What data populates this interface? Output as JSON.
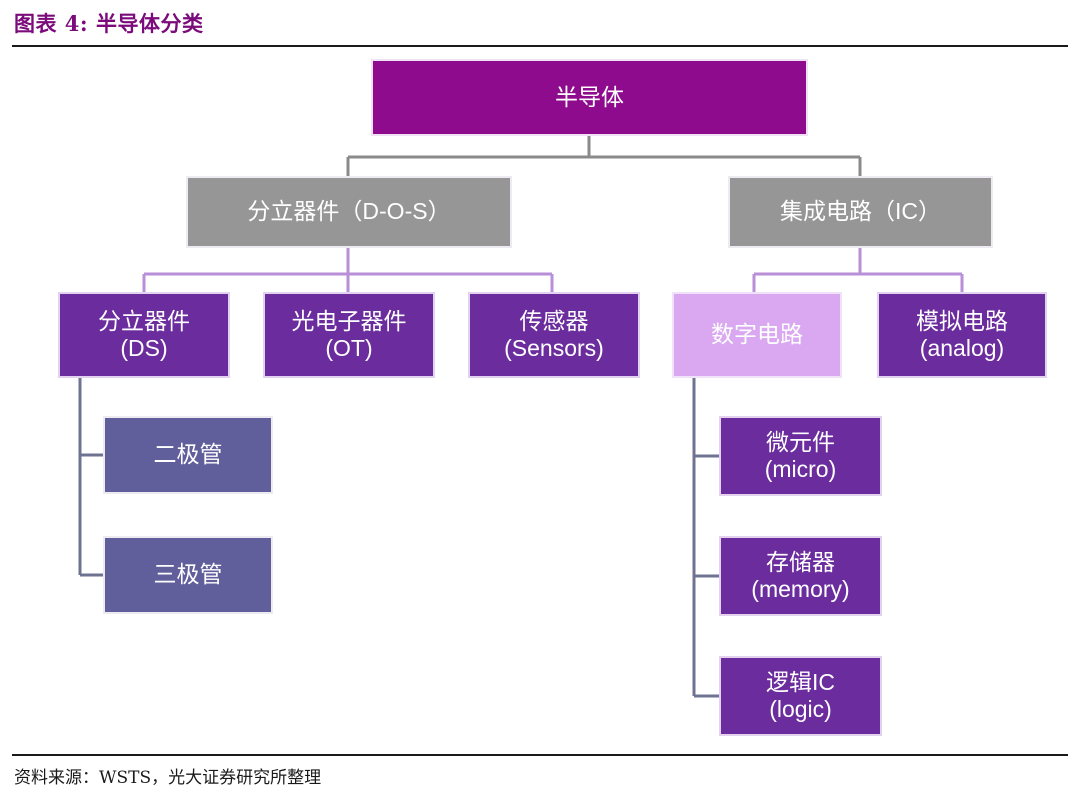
{
  "header": {
    "title": "图表 4: 半导体分类"
  },
  "footer": {
    "source": "资料来源：WSTS，光大证券研究所整理"
  },
  "chart_data": {
    "type": "diagram",
    "title": "图表 4: 半导体分类",
    "subtitle": "",
    "source": "资料来源：WSTS，光大证券研究所整理",
    "orientation": "top-down tree",
    "levels": 4,
    "colors": {
      "title": "#7b0a7b",
      "root_box": "#8e0b8e",
      "level2_box": "#969696",
      "level3_box": "#6b2c9e",
      "level3_highlight_box": "#d9a8f0",
      "level4_left_box": "#615f9b",
      "level4_right_box": "#6b2c9e",
      "connector_gray": "#8a8a8a",
      "connector_lavender": "#b98fd8",
      "connector_slate": "#6f7392",
      "rule": "#1a1a1a",
      "box_border": "#e6d7ef",
      "text": "#ffffff"
    },
    "nodes": [
      {
        "id": "root",
        "label": "半导体",
        "level": 1,
        "parent": null,
        "style": "root"
      },
      {
        "id": "dos",
        "label": "分立器件（D-O-S）",
        "level": 2,
        "parent": "root",
        "style": "gray"
      },
      {
        "id": "ic",
        "label": "集成电路（IC）",
        "level": 2,
        "parent": "root",
        "style": "gray"
      },
      {
        "id": "ds",
        "label": "分立器件\n(DS)",
        "level": 3,
        "parent": "dos",
        "style": "purple"
      },
      {
        "id": "ot",
        "label": "光电子器件\n(OT)",
        "level": 3,
        "parent": "dos",
        "style": "purple"
      },
      {
        "id": "sensors",
        "label": "传感器\n(Sensors)",
        "level": 3,
        "parent": "dos",
        "style": "purple"
      },
      {
        "id": "digital",
        "label": "数字电路",
        "level": 3,
        "parent": "ic",
        "style": "lav"
      },
      {
        "id": "analog",
        "label": "模拟电路\n(analog)",
        "level": 3,
        "parent": "ic",
        "style": "purple"
      },
      {
        "id": "diode",
        "label": "二极管",
        "level": 4,
        "parent": "ds",
        "style": "slate"
      },
      {
        "id": "triode",
        "label": "三极管",
        "level": 4,
        "parent": "ds",
        "style": "slate"
      },
      {
        "id": "micro",
        "label": "微元件\n(micro)",
        "level": 4,
        "parent": "digital",
        "style": "purple"
      },
      {
        "id": "memory",
        "label": "存储器\n(memory)",
        "level": 4,
        "parent": "digital",
        "style": "purple"
      },
      {
        "id": "logic",
        "label": "逻辑IC\n(logic)",
        "level": 4,
        "parent": "digital",
        "style": "purple"
      }
    ]
  },
  "nodes": {
    "root": {
      "label": "半导体"
    },
    "dos": {
      "label": "分立器件（D-O-S）"
    },
    "ic": {
      "label": "集成电路（IC）"
    },
    "ds": {
      "label": "分立器件\n(DS)"
    },
    "ot": {
      "label": "光电子器件\n(OT)"
    },
    "sensors": {
      "label": "传感器\n(Sensors)"
    },
    "digital": {
      "label": "数字电路"
    },
    "analog": {
      "label": "模拟电路\n(analog)"
    },
    "diode": {
      "label": "二极管"
    },
    "triode": {
      "label": "三极管"
    },
    "micro": {
      "label": "微元件\n(micro)"
    },
    "memory": {
      "label": "存储器\n(memory)"
    },
    "logic": {
      "label": "逻辑IC\n(logic)"
    }
  }
}
